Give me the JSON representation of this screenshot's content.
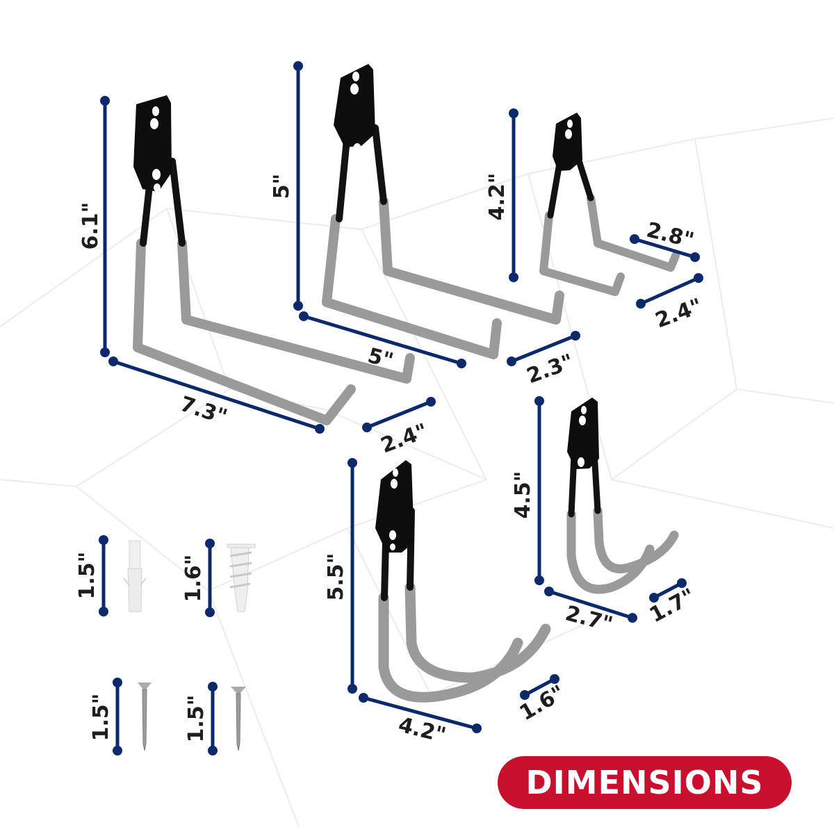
{
  "badge": {
    "label": "DIMENSIONS",
    "color": "#c8102e"
  },
  "colors": {
    "dimension_line": "#0c2a6b",
    "plate": "#0d0d0d",
    "coating": "#9a9a9a",
    "text": "#1e1e1e"
  },
  "hooks": [
    {
      "name": "large-flat-hook",
      "height": "6.1\"",
      "length": "7.3\"",
      "width": "2.4\""
    },
    {
      "name": "medium-flat-hook",
      "height": "5\"",
      "length": "5\"",
      "width": "2.3\""
    },
    {
      "name": "small-flat-hook",
      "height": "4.2\"",
      "length": "2.8\"",
      "width": "2.4\""
    },
    {
      "name": "large-j-hook",
      "height": "5.5\"",
      "length": "4.2\"",
      "width": "1.6\""
    },
    {
      "name": "small-j-hook",
      "height": "4.5\"",
      "length": "2.7\"",
      "width": "1.7\""
    }
  ],
  "hardware": [
    {
      "name": "plastic-anchor",
      "length": "1.5\""
    },
    {
      "name": "drywall-anchor",
      "length": "1.6\""
    },
    {
      "name": "screw-a",
      "length": "1.5\""
    },
    {
      "name": "screw-b",
      "length": "1.5\""
    }
  ]
}
